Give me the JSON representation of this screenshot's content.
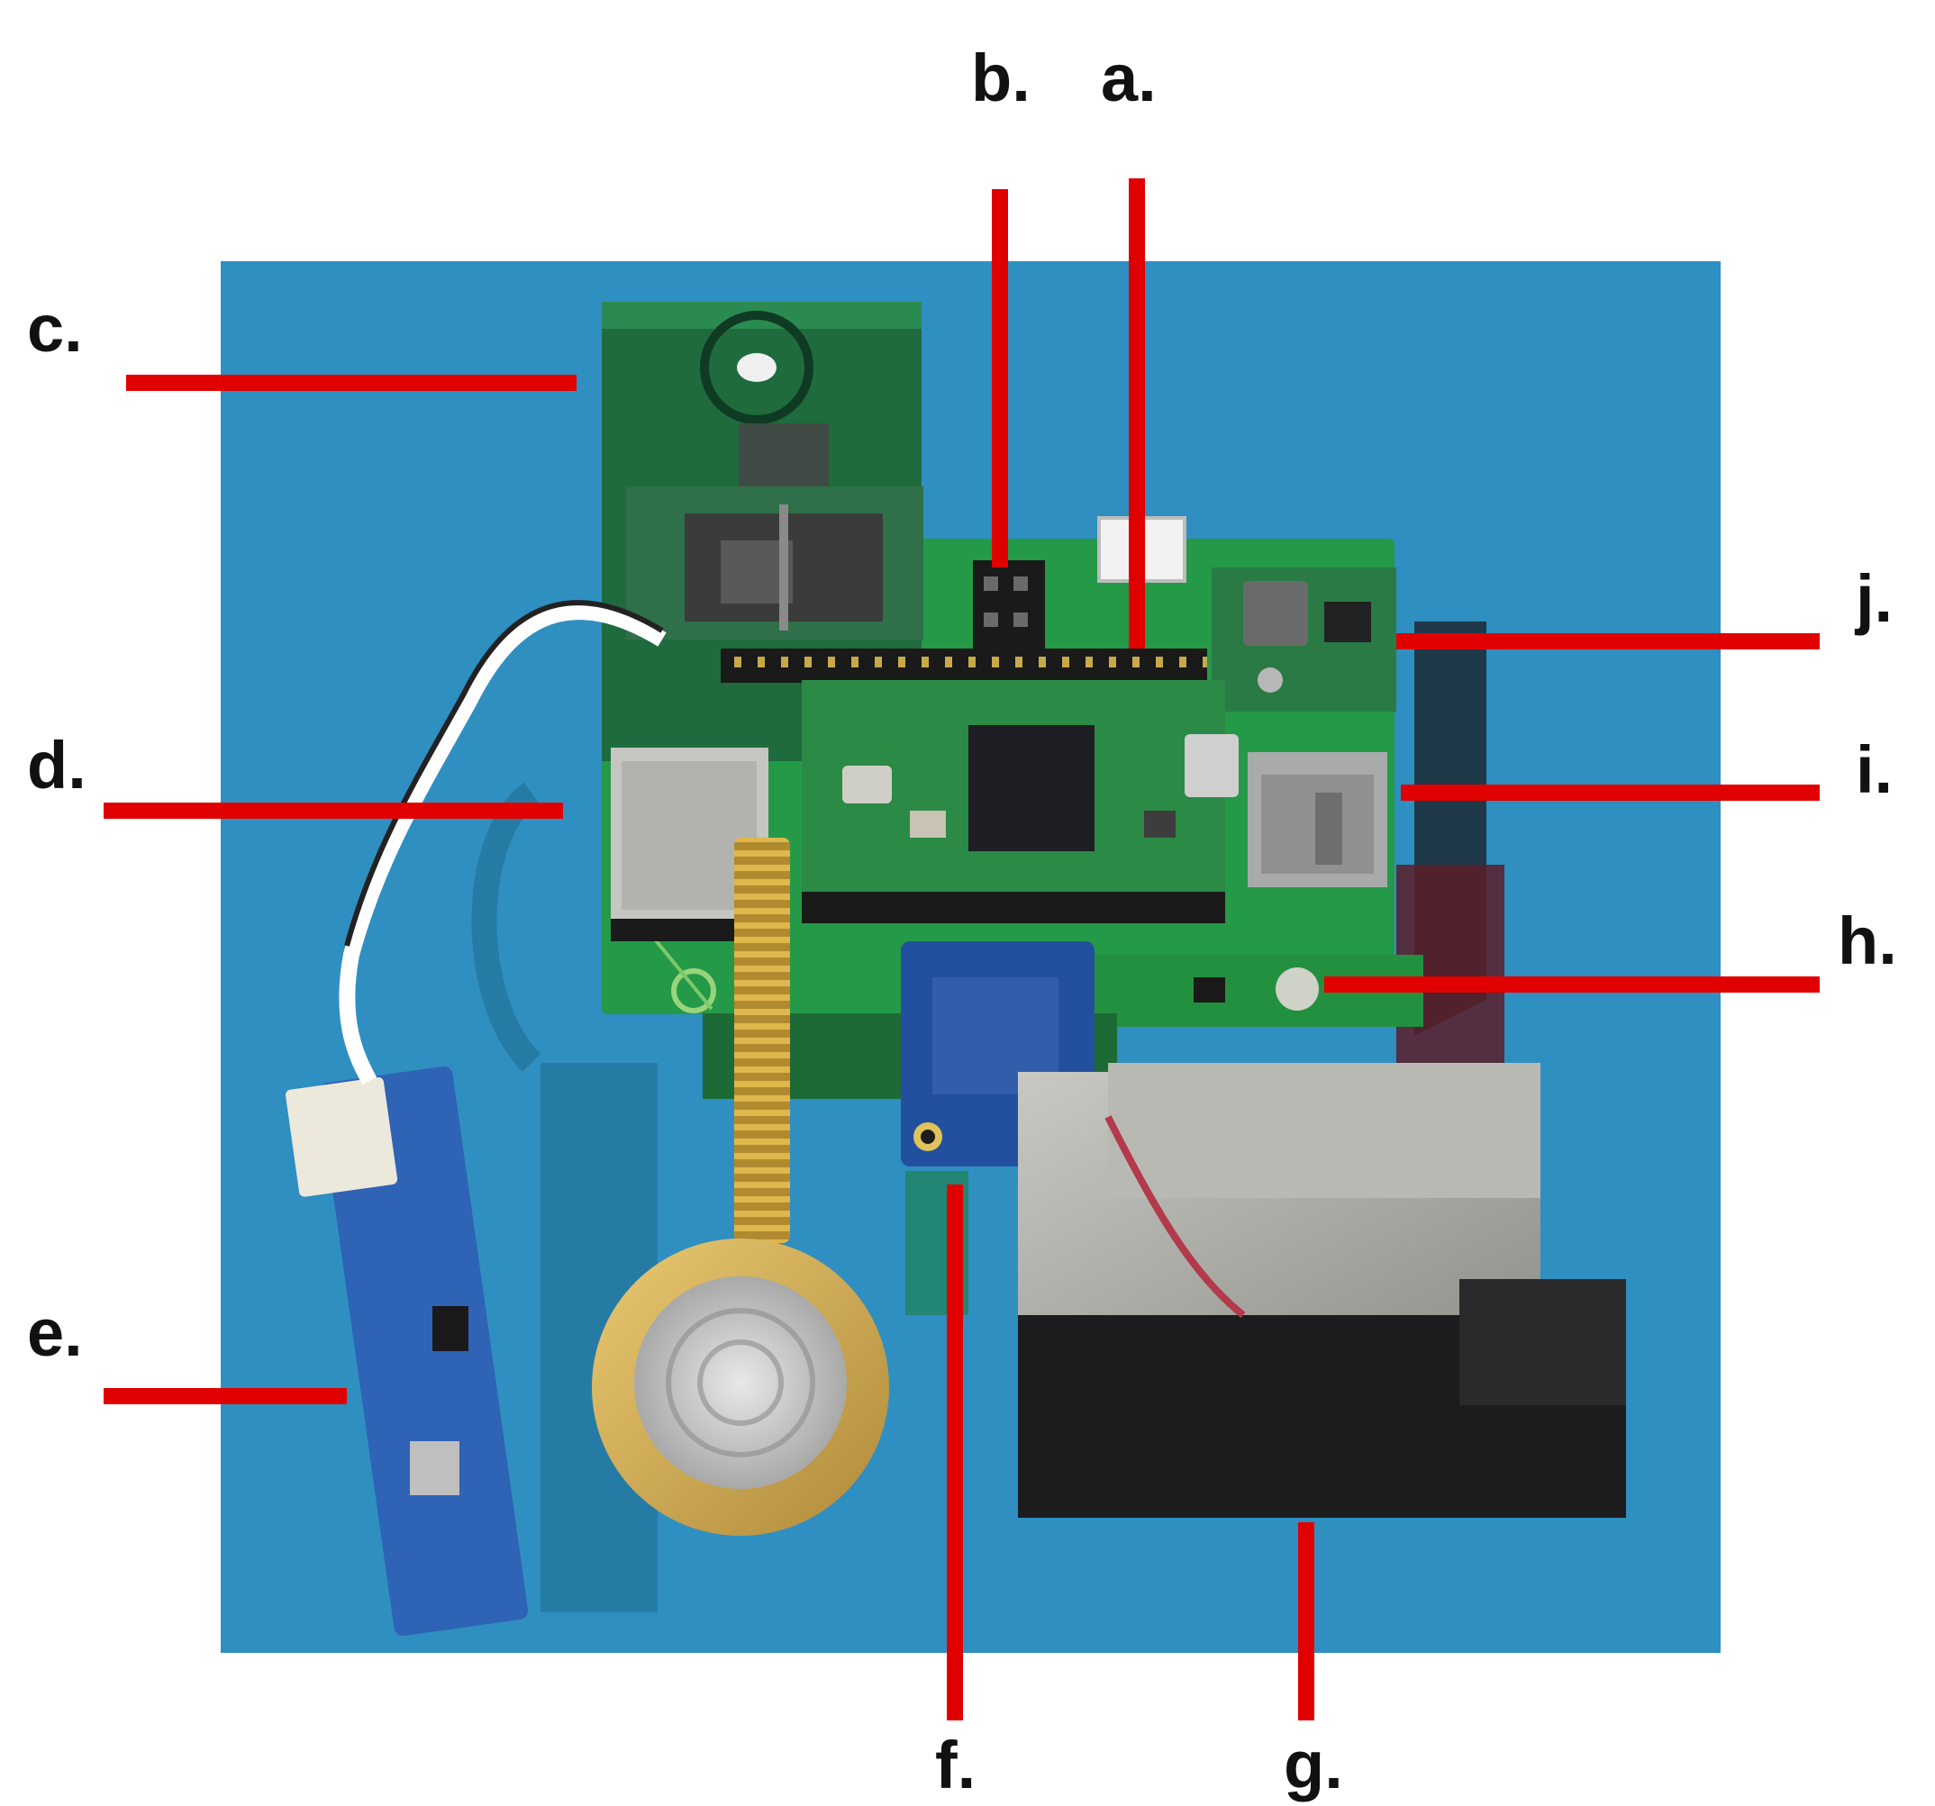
{
  "figure": {
    "background_color": "#2f8fc0",
    "board_color": "#249948",
    "arrow_color": "#e10000",
    "callouts": [
      {
        "id": "a",
        "label": "a."
      },
      {
        "id": "b",
        "label": "b."
      },
      {
        "id": "c",
        "label": "c."
      },
      {
        "id": "d",
        "label": "d."
      },
      {
        "id": "e",
        "label": "e."
      },
      {
        "id": "f",
        "label": "f."
      },
      {
        "id": "g",
        "label": "g."
      },
      {
        "id": "h",
        "label": "h."
      },
      {
        "id": "i",
        "label": "i."
      },
      {
        "id": "j",
        "label": "j."
      }
    ]
  }
}
